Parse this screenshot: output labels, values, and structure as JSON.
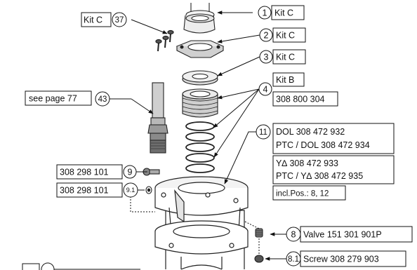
{
  "callouts": {
    "c1": {
      "num": "1",
      "text": "Kit C"
    },
    "c2": {
      "num": "2",
      "text": "Kit C"
    },
    "c3": {
      "num": "3",
      "text": "Kit C"
    },
    "c4": {
      "num": "4",
      "kit": "Kit B",
      "part": "308 800 304"
    },
    "c37": {
      "num": "37",
      "text": "Kit C"
    },
    "c43": {
      "num": "43",
      "text": "see page 77"
    },
    "c9": {
      "num": "9",
      "text": "308 298 101"
    },
    "c91": {
      "num": "9.1",
      "text": "308 298 101"
    },
    "c11": {
      "num": "11",
      "l1": "DOL 308 472 932",
      "l2": "PTC / DOL 308 472 934",
      "l3": "Y∆ 308 472 933",
      "l4": "PTC / Y∆ 308 472 935",
      "l5": "incl.Pos.: 8, 12"
    },
    "c8": {
      "num": "8",
      "text": "Valve 151 301 901P"
    },
    "c81": {
      "num": "8.1",
      "text": "Screw 308 279 903"
    }
  }
}
